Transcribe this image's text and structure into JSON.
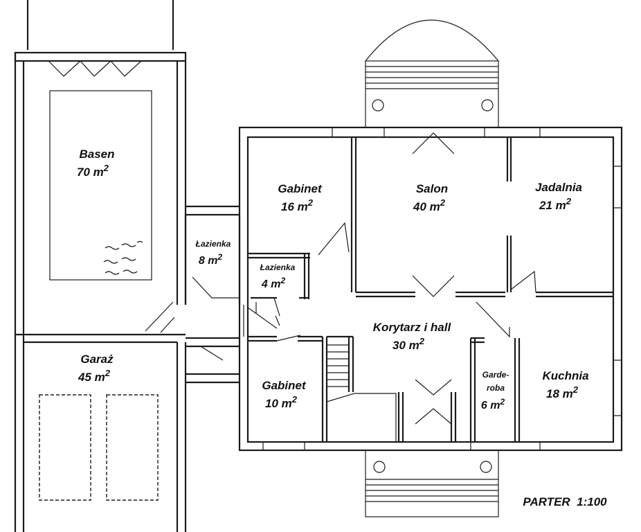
{
  "rooms": [
    {
      "id": "basen",
      "name": "Basen",
      "area": "70 m",
      "sup": "2"
    },
    {
      "id": "garaz",
      "name": "Garaż",
      "area": "45 m",
      "sup": "2"
    },
    {
      "id": "lazienka-8",
      "name": "Łazienka",
      "area": "8 m",
      "sup": "2"
    },
    {
      "id": "lazienka-4",
      "name": "Łazienka",
      "area": "4 m",
      "sup": "2"
    },
    {
      "id": "gabinet-16",
      "name": "Gabinet",
      "area": "16 m",
      "sup": "2"
    },
    {
      "id": "salon",
      "name": "Salon",
      "area": "40 m",
      "sup": "2"
    },
    {
      "id": "jadalnia",
      "name": "Jadalnia",
      "area": "21 m",
      "sup": "2"
    },
    {
      "id": "korytarz",
      "name": "Korytarz i hall",
      "area": "30 m",
      "sup": "2"
    },
    {
      "id": "gabinet-10",
      "name": "Gabinet",
      "area": "10 m",
      "sup": "2"
    },
    {
      "id": "garderoba",
      "name": "Garde-",
      "name2": "roba",
      "area": "6 m",
      "sup": "2"
    },
    {
      "id": "kuchnia",
      "name": "Kuchnia",
      "area": "18 m",
      "sup": "2"
    }
  ],
  "caption": "PARTER  1:100"
}
